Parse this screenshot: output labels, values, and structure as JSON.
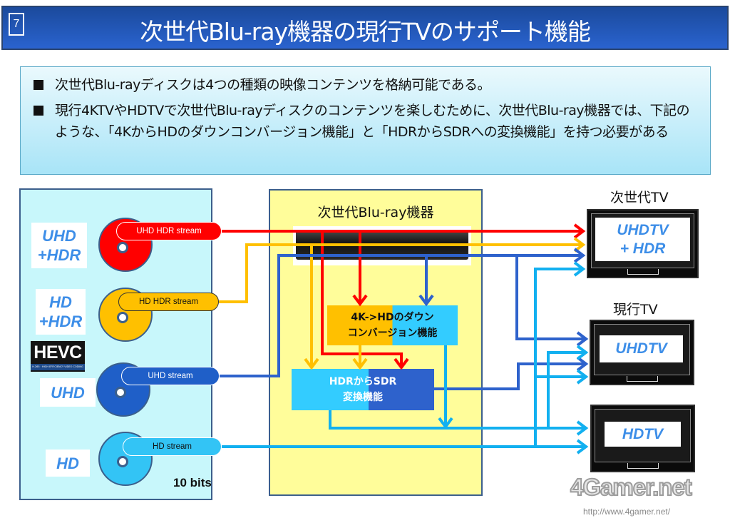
{
  "header": {
    "slide_number": "7",
    "title": "次世代Blu-ray機器の現行TVのサポート機能"
  },
  "bullets": [
    "次世代Blu-rayディスクは4つの種類の映像コンテンツを格納可能である。",
    "現行4KTVやHDTVで次世代Blu-rayディスクのコンテンツを楽しむために、次世代Blu-ray機器では、下記のような、「4KからHDのダウンコンバージョン機能」と「HDRからSDRへの変換機能」を持つ必要がある"
  ],
  "discs": [
    {
      "label_line1": "UHD",
      "label_line2": "+HDR",
      "stream": "UHD HDR stream",
      "color": "#ff0000",
      "text_color": "#ffffff"
    },
    {
      "label_line1": "HD",
      "label_line2": "+HDR",
      "stream": "HD HDR stream",
      "color": "#ffc000",
      "text_color": "#111111"
    },
    {
      "label_line1": "UHD",
      "label_line2": "",
      "stream": "UHD stream",
      "color": "#1f5fc8",
      "text_color": "#ffffff"
    },
    {
      "label_line1": "HD",
      "label_line2": "",
      "stream": "HD stream",
      "color": "#33c4f5",
      "text_color": "#111111"
    }
  ],
  "hevc_logo": {
    "title": "HEVC",
    "subtitle": "H.265 · HIGH EFFICIENCY VIDEO CODING"
  },
  "bit_depth": "10 bits",
  "player": {
    "title": "次世代Blu-ray機器",
    "downconvert_line1": "4K->HDのダウン",
    "downconvert_line2": "コンバージョン機能",
    "hdr_to_sdr_line1": "HDRからSDR",
    "hdr_to_sdr_line2": "変換機能"
  },
  "tvs": [
    {
      "heading": "次世代TV",
      "screen_line1": "UHDTV",
      "screen_line2": "+ HDR"
    },
    {
      "heading": "現行TV",
      "screen_line1": "UHDTV",
      "screen_line2": ""
    },
    {
      "heading": "",
      "screen_line1": "HDTV",
      "screen_line2": ""
    }
  ],
  "colors": {
    "uhd_hdr": "#ff0000",
    "hd_hdr": "#ffc000",
    "uhd": "#2e62cc",
    "hd": "#12b0f0"
  },
  "watermark": {
    "brand": "4Gamer.net",
    "url": "http://www.4gamer.net/"
  }
}
